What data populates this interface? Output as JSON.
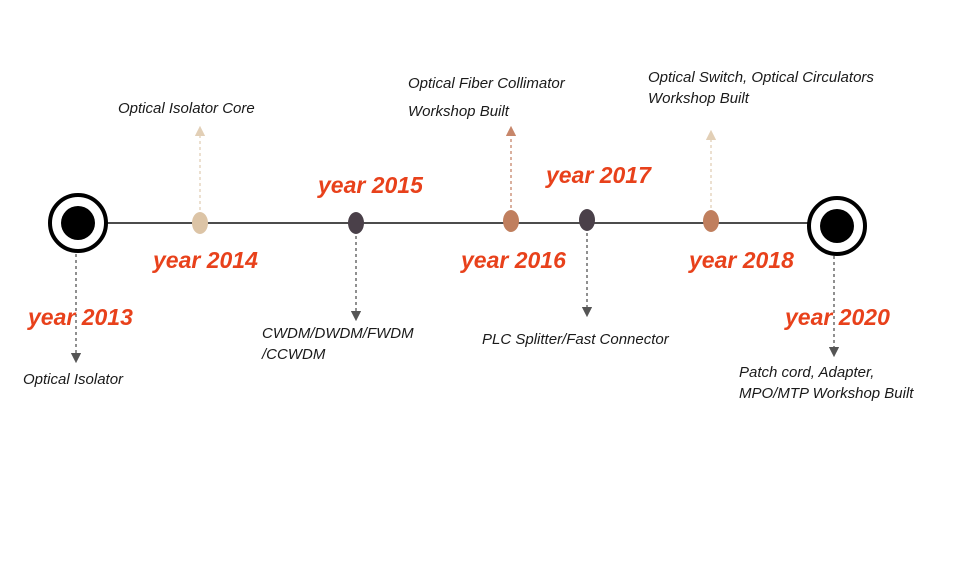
{
  "colors": {
    "line": "#111111",
    "year_text": "#e8411b",
    "desc_text": "#1a1a1a",
    "dot_light": "#dcc4a6",
    "dot_dark": "#4a4049",
    "dot_copper": "#c07f5e",
    "arrow_dark": "#555555",
    "arrow_light": "#e2cfb6",
    "arrow_copper": "#c7866a"
  },
  "milestones": [
    {
      "year": "year 2013",
      "lines": [
        "Optical Isolator"
      ]
    },
    {
      "year": "year 2014",
      "lines": [
        "Optical Isolator Core"
      ]
    },
    {
      "year": "year 2015",
      "lines": [
        "CWDM/DWDM/FWDM",
        "/CCWDM"
      ]
    },
    {
      "year": "year 2016",
      "lines": [
        "Optical Fiber Collimator",
        "Workshop Built"
      ]
    },
    {
      "year": "year 2017",
      "lines": [
        "PLC Splitter/Fast Connector"
      ]
    },
    {
      "year": "year 2018",
      "lines": [
        "Optical Switch, Optical Circulators",
        "Workshop Built"
      ]
    },
    {
      "year": "year 2020",
      "lines": [
        "Patch cord, Adapter,",
        "MPO/MTP Workshop Built"
      ]
    }
  ]
}
